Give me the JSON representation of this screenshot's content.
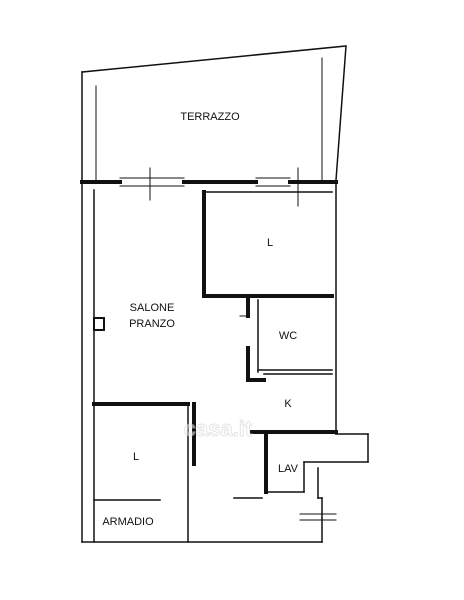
{
  "rooms": {
    "terrace": "TERRAZZO",
    "living_line1": "SALONE",
    "living_line2": "PRANZO",
    "bedroom_top": "L",
    "wc": "WC",
    "kitchen": "K",
    "bedroom_bottom": "L",
    "laundry": "LAV",
    "wardrobe": "ARMADIO"
  },
  "watermark": "casa.it"
}
